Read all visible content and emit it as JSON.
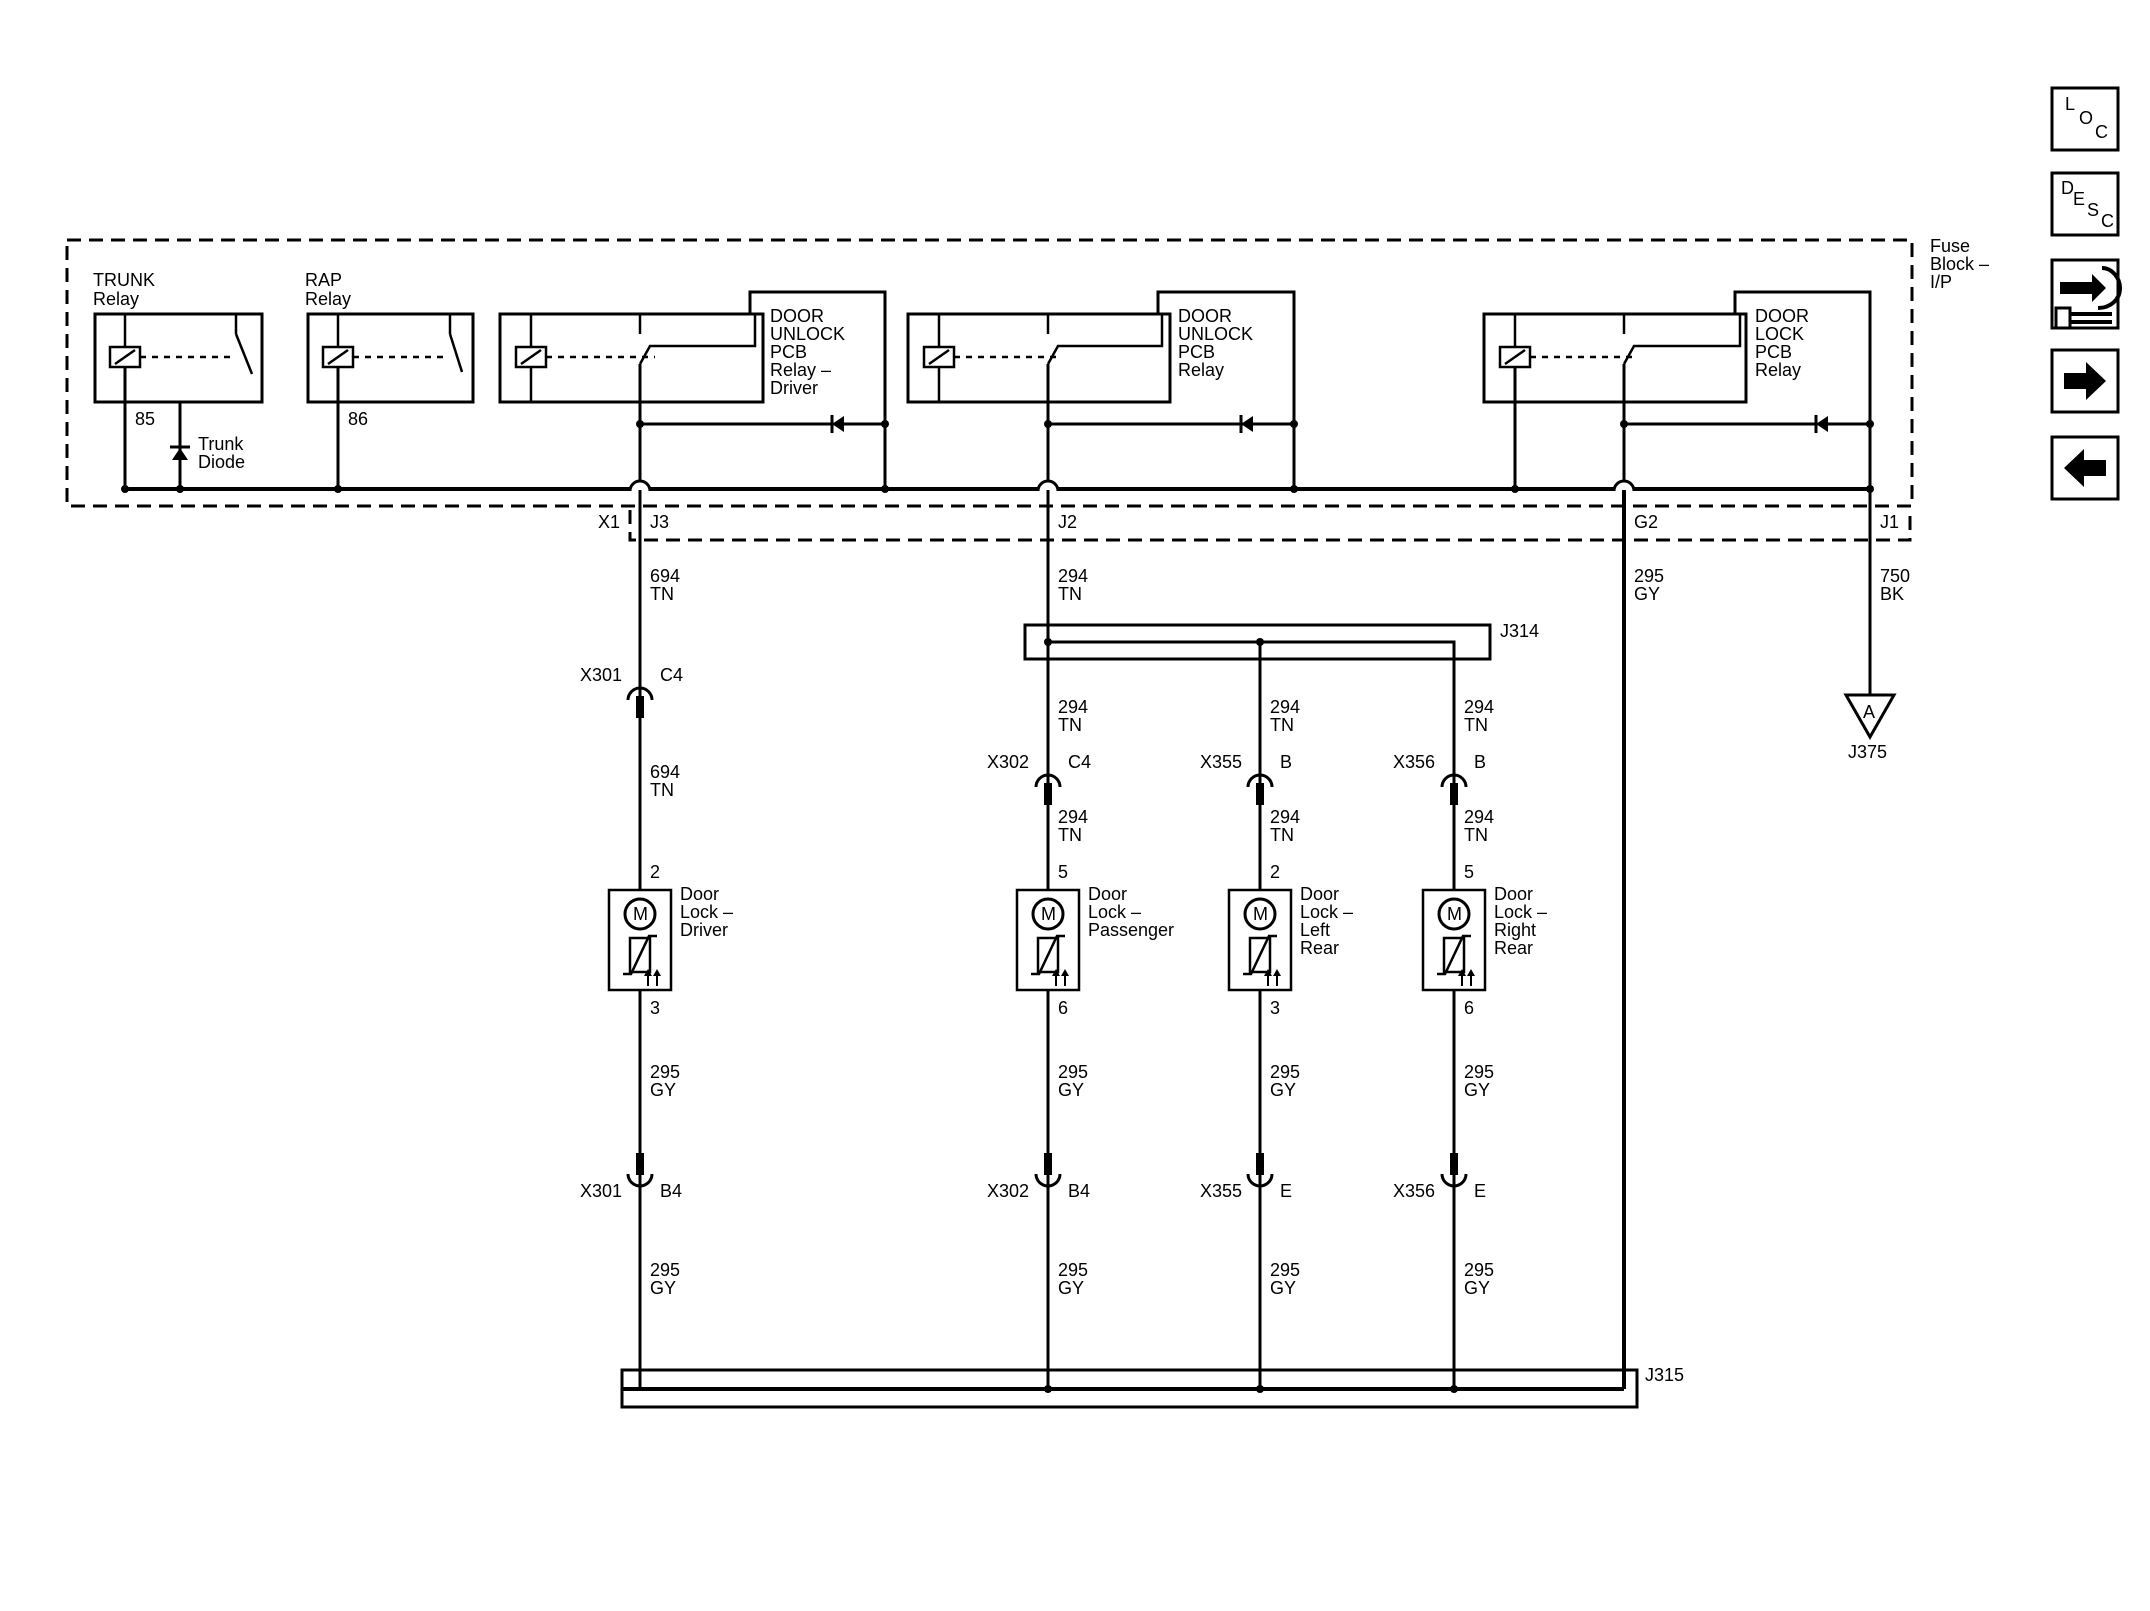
{
  "fuse_block": {
    "line1": "Fuse",
    "line2": "Block –",
    "line3": "I/P"
  },
  "relays": {
    "trunk": {
      "line1": "TRUNK",
      "line2": "Relay",
      "pin": "85"
    },
    "rap": {
      "line1": "RAP",
      "line2": "Relay",
      "pin": "86"
    },
    "unlock_driver": {
      "line1": "DOOR",
      "line2": "UNLOCK",
      "line3": "PCB",
      "line4": "Relay –",
      "line5": "Driver"
    },
    "unlock": {
      "line1": "DOOR",
      "line2": "UNLOCK",
      "line3": "PCB",
      "line4": "Relay"
    },
    "lock": {
      "line1": "DOOR",
      "line2": "LOCK",
      "line3": "PCB",
      "line4": "Relay"
    }
  },
  "trunk_diode": {
    "line1": "Trunk",
    "line2": "Diode"
  },
  "connector_x1": {
    "name": "X1",
    "pins": [
      "J3",
      "J2",
      "G2",
      "J1"
    ]
  },
  "wires": {
    "w694": {
      "num": "694",
      "color": "TN"
    },
    "w294": {
      "num": "294",
      "color": "TN"
    },
    "w295": {
      "num": "295",
      "color": "GY"
    },
    "w750": {
      "num": "750",
      "color": "BK"
    }
  },
  "splices": {
    "top": "J314",
    "bottom": "J315"
  },
  "ground": {
    "letter": "A",
    "name": "J375"
  },
  "inline_connectors": {
    "x301": "X301",
    "x302": "X302",
    "x355": "X355",
    "x356": "X356",
    "pin_c4": "C4",
    "pin_b": "B",
    "pin_b4": "B4",
    "pin_e": "E"
  },
  "motor_symbol": "M",
  "actuators": [
    {
      "name1": "Door",
      "name2": "Lock –",
      "name3": "Driver",
      "name4": "",
      "pin_top": "2",
      "pin_bottom": "3"
    },
    {
      "name1": "Door",
      "name2": "Lock –",
      "name3": "Passenger",
      "name4": "",
      "pin_top": "5",
      "pin_bottom": "6"
    },
    {
      "name1": "Door",
      "name2": "Lock –",
      "name3": "Left",
      "name4": "Rear",
      "pin_top": "2",
      "pin_bottom": "3"
    },
    {
      "name1": "Door",
      "name2": "Lock –",
      "name3": "Right",
      "name4": "Rear",
      "pin_top": "5",
      "pin_bottom": "6"
    }
  ],
  "nav": {
    "loc": {
      "c1": "L",
      "c2": "O",
      "c3": "C"
    },
    "desc": {
      "c1": "D",
      "c2": "E",
      "c3": "S",
      "c4": "C"
    },
    "icons": [
      "component-connector-icon",
      "arrow-right-icon",
      "arrow-left-icon"
    ]
  }
}
